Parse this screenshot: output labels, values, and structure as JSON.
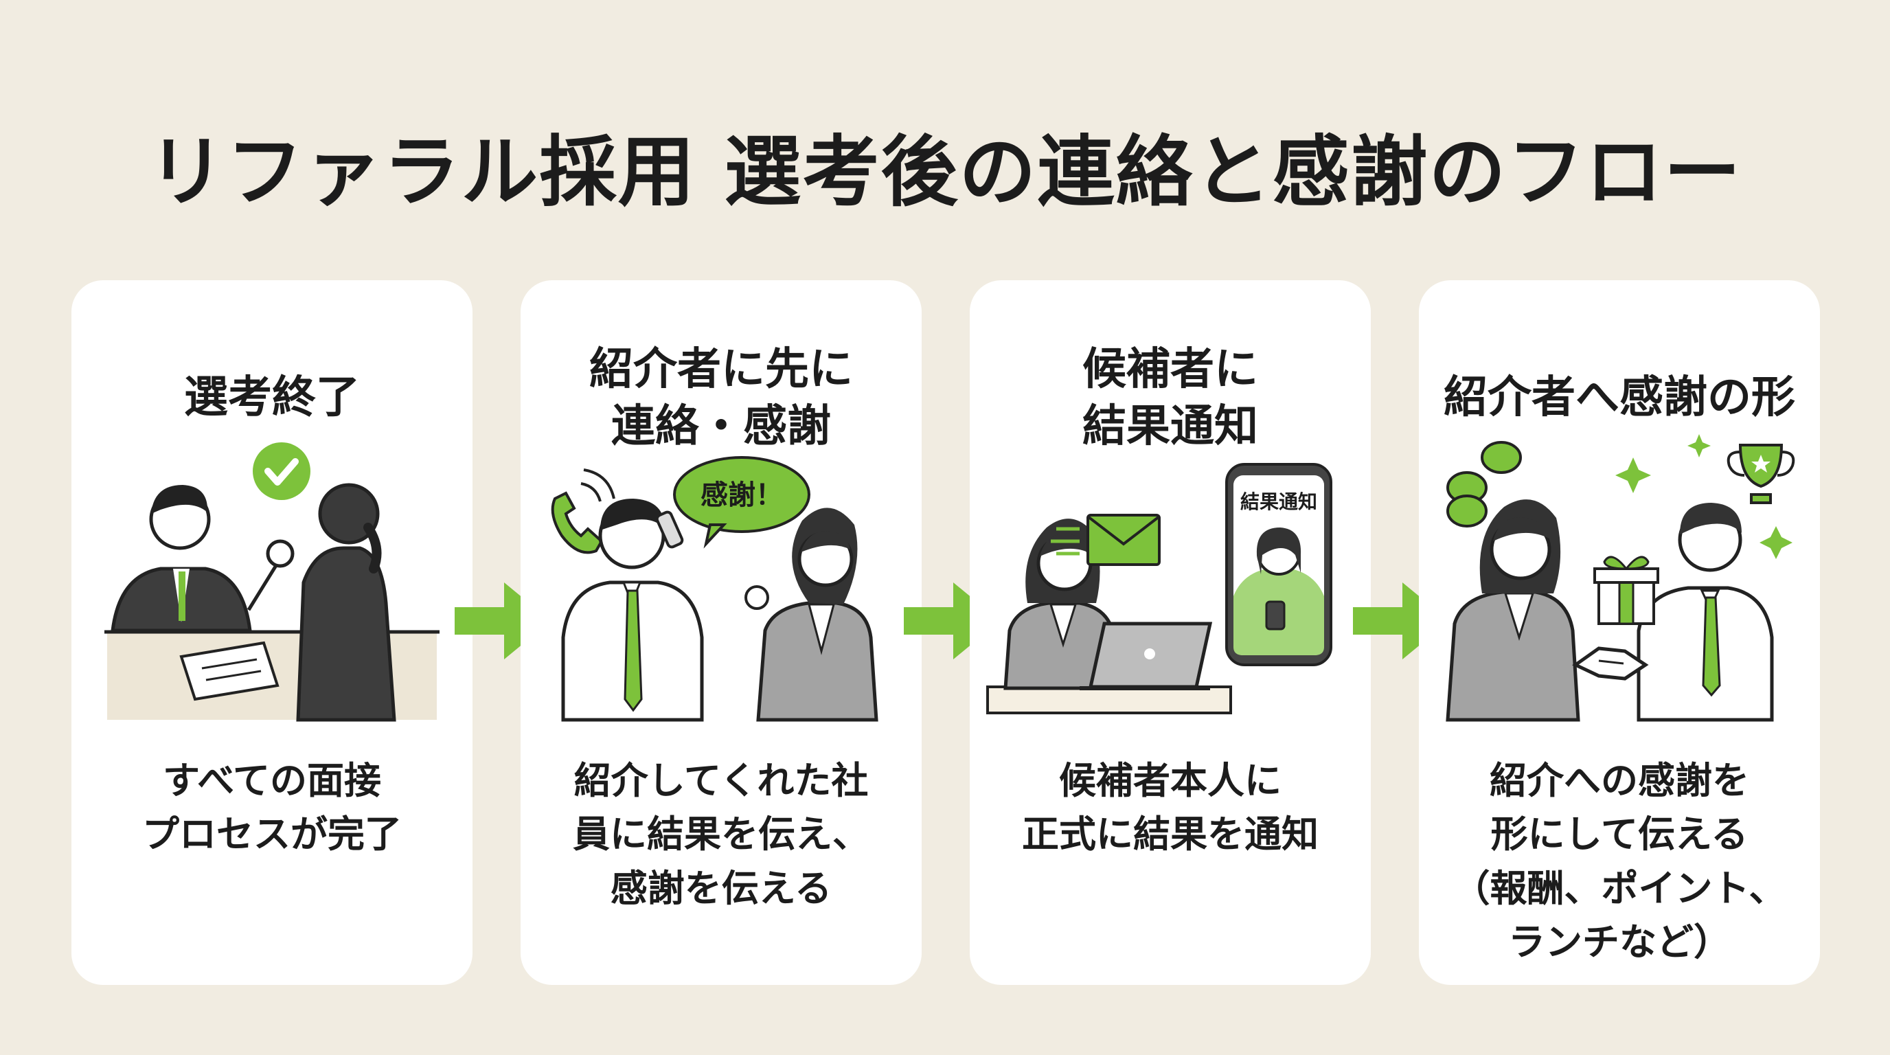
{
  "title": "リファラル採用 選考後の連絡と感謝のフロー",
  "colors": {
    "background": "#f1ece1",
    "card": "#ffffff",
    "accent": "#7dc23b",
    "suit": "#3d3d3d"
  },
  "steps": [
    {
      "title": "選考終了",
      "desc": "すべての面接\nプロセスが完了",
      "icons": [
        "check-icon",
        "document-icon"
      ]
    },
    {
      "title": "紹介者に先に\n連絡・感謝",
      "desc": "紹介してくれた社\n員に結果を伝え、\n感謝を伝える",
      "bubble": "感謝！",
      "icons": [
        "phone-icon",
        "speech-bubble-icon"
      ]
    },
    {
      "title": "候補者に\n結果通知",
      "desc": "候補者本人に\n正式に結果を通知",
      "phone_screen": "結果通知",
      "icons": [
        "envelope-icon",
        "laptop-icon",
        "smartphone-icon"
      ]
    },
    {
      "title": "紹介者へ感謝の形",
      "desc": "紹介への感謝を\n形にして伝える\n（報酬、ポイント、\nランチなど）",
      "icons": [
        "coins-icon",
        "trophy-icon",
        "gift-icon",
        "sparkle-icon",
        "handshake-icon"
      ]
    }
  ]
}
